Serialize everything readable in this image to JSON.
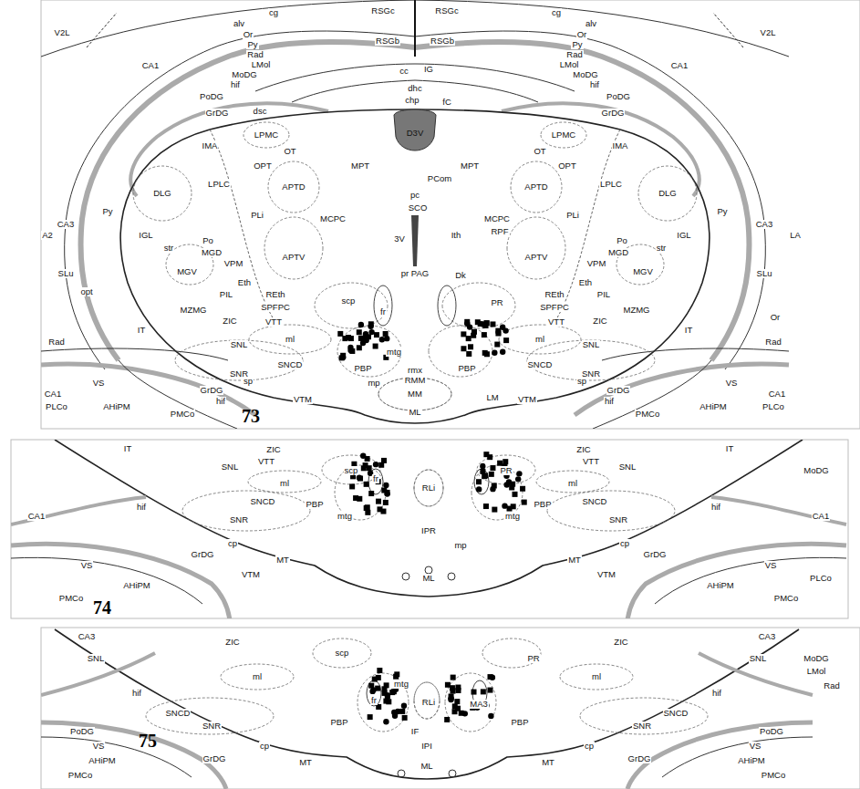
{
  "diagram": {
    "labels": [
      "V2L",
      "V2L",
      "cg",
      "cg",
      "RSGc",
      "RSGc",
      "alv",
      "alv",
      "Or",
      "Or",
      "Py",
      "Py",
      "Rad",
      "Rad",
      "CA1",
      "CA1",
      "LMol",
      "LMol",
      "MoDG",
      "MoDG",
      "hif",
      "hif",
      "RSGb",
      "RSGb",
      "cc",
      "IG",
      "dhc",
      "PoDG",
      "PoDG",
      "chp",
      "fC",
      "GrDG",
      "GrDG",
      "dsc",
      "D3V",
      "IMA",
      "IMA",
      "LPMC",
      "LPMC",
      "OT",
      "OT",
      "OPT",
      "OPT",
      "MPT",
      "MPT",
      "LPLC",
      "LPLC",
      "APTD",
      "APTD",
      "DLG",
      "DLG",
      "PCom",
      "pc",
      "Py",
      "Py",
      "PLi",
      "PLi",
      "MCPC",
      "MCPC",
      "CA3",
      "CA3",
      "SCO",
      "3V",
      "A2",
      "LA",
      "IGL",
      "IGL",
      "Po",
      "Po",
      "str",
      "str",
      "MGD",
      "MGD",
      "VPM",
      "VPM",
      "APTV",
      "APTV",
      "Ith",
      "RPF",
      "pr PAG",
      "MGV",
      "MGV",
      "SLu",
      "SLu",
      "Dk",
      "opt",
      "Eth",
      "Eth",
      "PIL",
      "PIL",
      "REth",
      "REth",
      "PR",
      "scp",
      "fr",
      "MZMG",
      "MZMG",
      "SPFPC",
      "SPFPC",
      "ZIC",
      "ZIC",
      "VTT",
      "VTT",
      "IT",
      "IT",
      "Or",
      "ml",
      "ml",
      "Rad",
      "Rad",
      "SNL",
      "SNL",
      "mtg",
      "SNCD",
      "SNCD",
      "PBP",
      "PBP",
      "SNR",
      "SNR",
      "rmx",
      "RMM",
      "mp",
      "sp",
      "sp",
      "CA1",
      "CA1",
      "VS",
      "VS",
      "GrDG",
      "GrDG",
      "MM",
      "LM",
      "VTM",
      "VTM",
      "hif",
      "hif",
      "PLCo",
      "PLCo",
      "AHiPM",
      "AHiPM",
      "PMCo",
      "PMCo",
      "ML",
      "73",
      "IT",
      "IT",
      "ZIC",
      "ZIC",
      "VTT",
      "VTT",
      "SNL",
      "SNL",
      "scp",
      "PR",
      "fr",
      "RLi",
      "ml",
      "ml",
      "MoDG",
      "SNCD",
      "SNCD",
      "PBP",
      "PBP",
      "hif",
      "hif",
      "mtg",
      "mtg",
      "SNR",
      "SNR",
      "CA1",
      "CA1",
      "IPR",
      "mp",
      "cp",
      "cp",
      "GrDG",
      "GrDG",
      "MT",
      "MT",
      "VS",
      "VS",
      "VTM",
      "VTM",
      "ML",
      "PLCo",
      "AHiPM",
      "AHiPM",
      "PMCo",
      "PMCo",
      "74",
      "CA3",
      "CA3",
      "ZIC",
      "ZIC",
      "scp",
      "SNL",
      "SNL",
      "PR",
      "MoDG",
      "LMol",
      "ml",
      "ml",
      "Rad",
      "mtg",
      "hif",
      "hif",
      "fr",
      "RLi",
      "MA3",
      "SNCD",
      "SNCD",
      "PBP",
      "PBP",
      "SNR",
      "SNR",
      "PoDG",
      "PoDG",
      "IF",
      "75",
      "cp",
      "cp",
      "VS",
      "VS",
      "IPI",
      "GrDG",
      "GrDG",
      "AHiPM",
      "AHiPM",
      "MT",
      "MT",
      "ML",
      "PMCo",
      "PMCo"
    ]
  }
}
